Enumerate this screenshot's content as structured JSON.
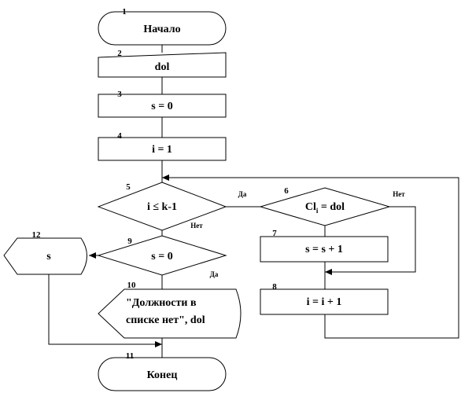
{
  "blocks": [
    {
      "number": "1",
      "text": "Начало"
    },
    {
      "number": "2",
      "text": "dol"
    },
    {
      "number": "3",
      "text": "s = 0"
    },
    {
      "number": "4",
      "text": "i = 1"
    },
    {
      "number": "5",
      "text": "i ≤ k-1"
    },
    {
      "number": "6",
      "text_main": "Cl",
      "text_sub": "i",
      "text_tail": " = dol"
    },
    {
      "number": "7",
      "text": "s = s + 1"
    },
    {
      "number": "8",
      "text": "i = i + 1"
    },
    {
      "number": "9",
      "text": "s = 0"
    },
    {
      "number": "10",
      "line1": "\"Должности  в",
      "line2": "списке нет\", dol"
    },
    {
      "number": "11",
      "text": "Конец"
    },
    {
      "number": "12",
      "text": "s"
    }
  ],
  "labels": {
    "yes": "Да",
    "no": "Нет"
  }
}
